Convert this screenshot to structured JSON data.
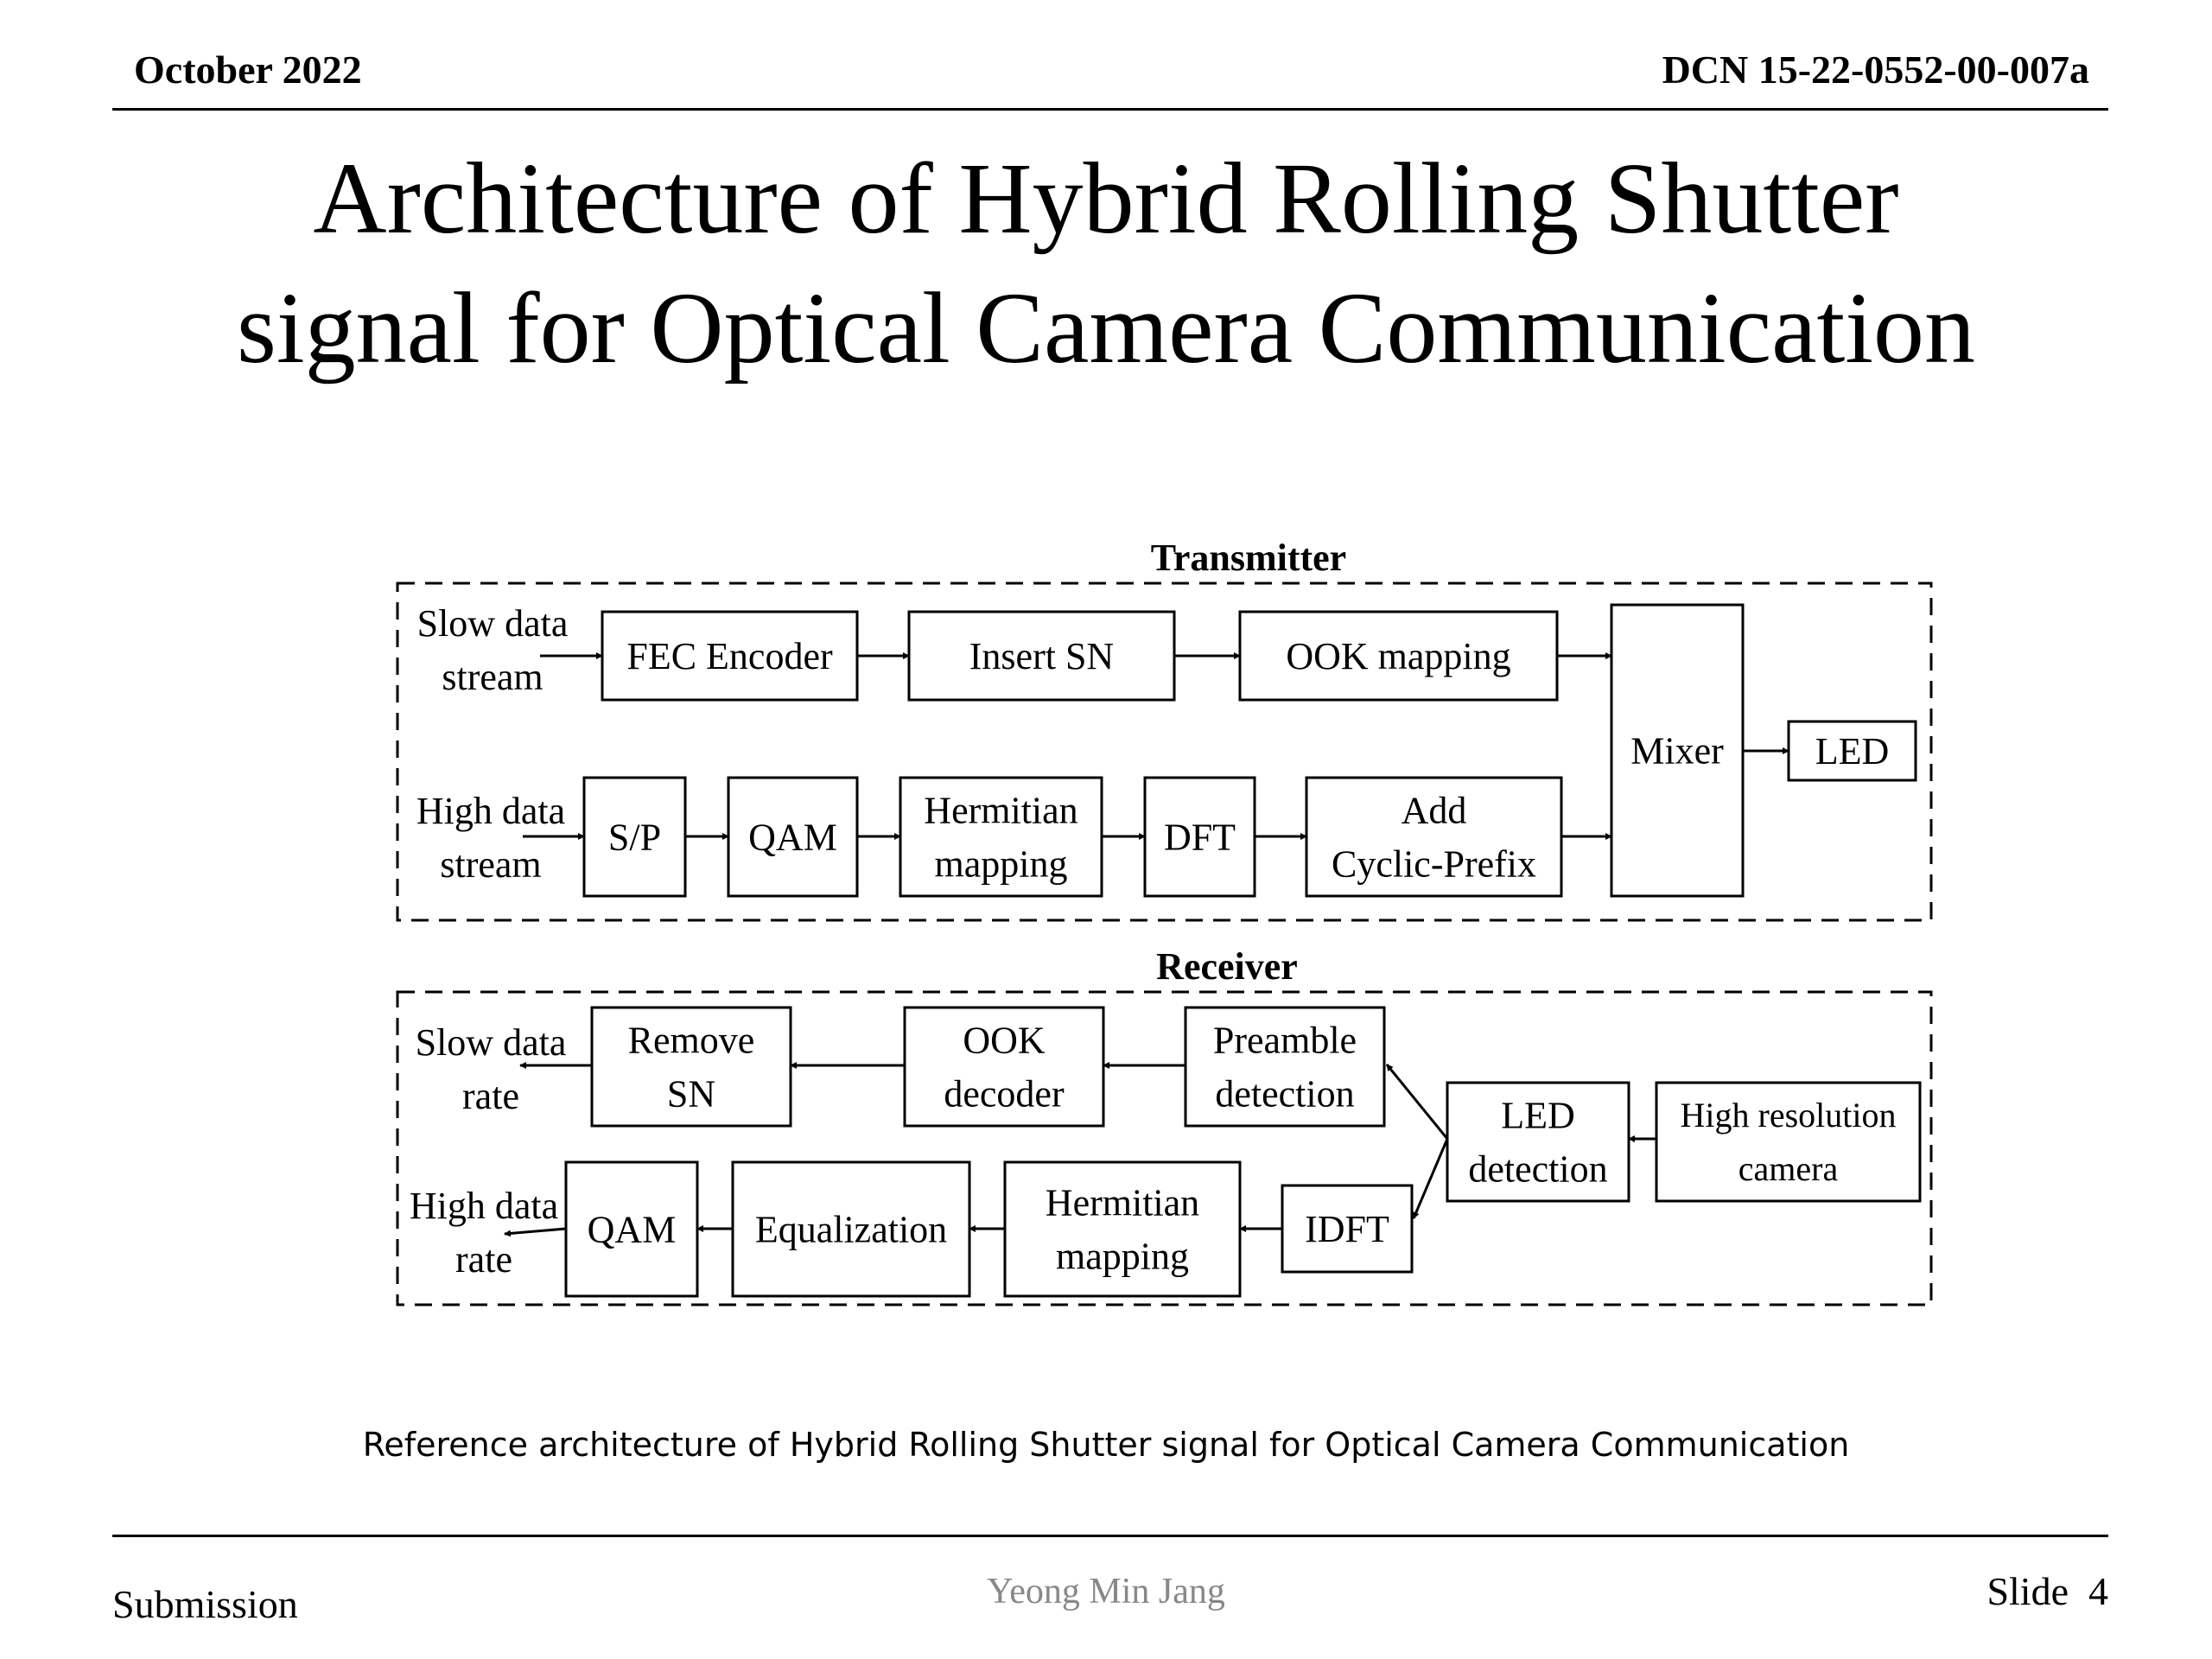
{
  "header": {
    "date": "October 2022",
    "dcn": "DCN 15-22-0552-00-007a"
  },
  "title": {
    "line1": "Architecture of Hybrid Rolling Shutter",
    "line2": "signal for Optical Camera Communication"
  },
  "diagram": {
    "transmitter_label": "Transmitter",
    "receiver_label": "Receiver",
    "tx": {
      "slow_in": [
        "Slow data",
        "stream"
      ],
      "high_in": [
        "High data",
        "stream"
      ],
      "fec": [
        "FEC Encoder"
      ],
      "insert_sn": [
        "Insert SN"
      ],
      "ook_map": [
        "OOK mapping"
      ],
      "sp": [
        "S/P"
      ],
      "qam": [
        "QAM"
      ],
      "herm": [
        "Hermitian",
        "mapping"
      ],
      "dft": [
        "DFT"
      ],
      "cp": [
        "Add",
        "Cyclic-Prefix"
      ],
      "mixer": [
        "Mixer"
      ],
      "led": [
        "LED"
      ]
    },
    "rx": {
      "slow_out": [
        "Slow data",
        "rate"
      ],
      "high_out": [
        "High data",
        "rate"
      ],
      "remove_sn": [
        "Remove",
        "SN"
      ],
      "ook_dec": [
        "OOK",
        "decoder"
      ],
      "preamble": [
        "Preamble",
        "detection"
      ],
      "led_det": [
        "LED",
        "detection"
      ],
      "camera": [
        "High resolution",
        "camera"
      ],
      "qam": [
        "QAM"
      ],
      "eq": [
        "Equalization"
      ],
      "herm": [
        "Hermitian",
        "mapping"
      ],
      "idft": [
        "IDFT"
      ]
    }
  },
  "caption": "Reference architecture of Hybrid Rolling Shutter signal for Optical Camera Communication",
  "footer": {
    "left": "Submission",
    "center": "Yeong Min Jang",
    "slide_label": "Slide",
    "slide_number": "4"
  }
}
